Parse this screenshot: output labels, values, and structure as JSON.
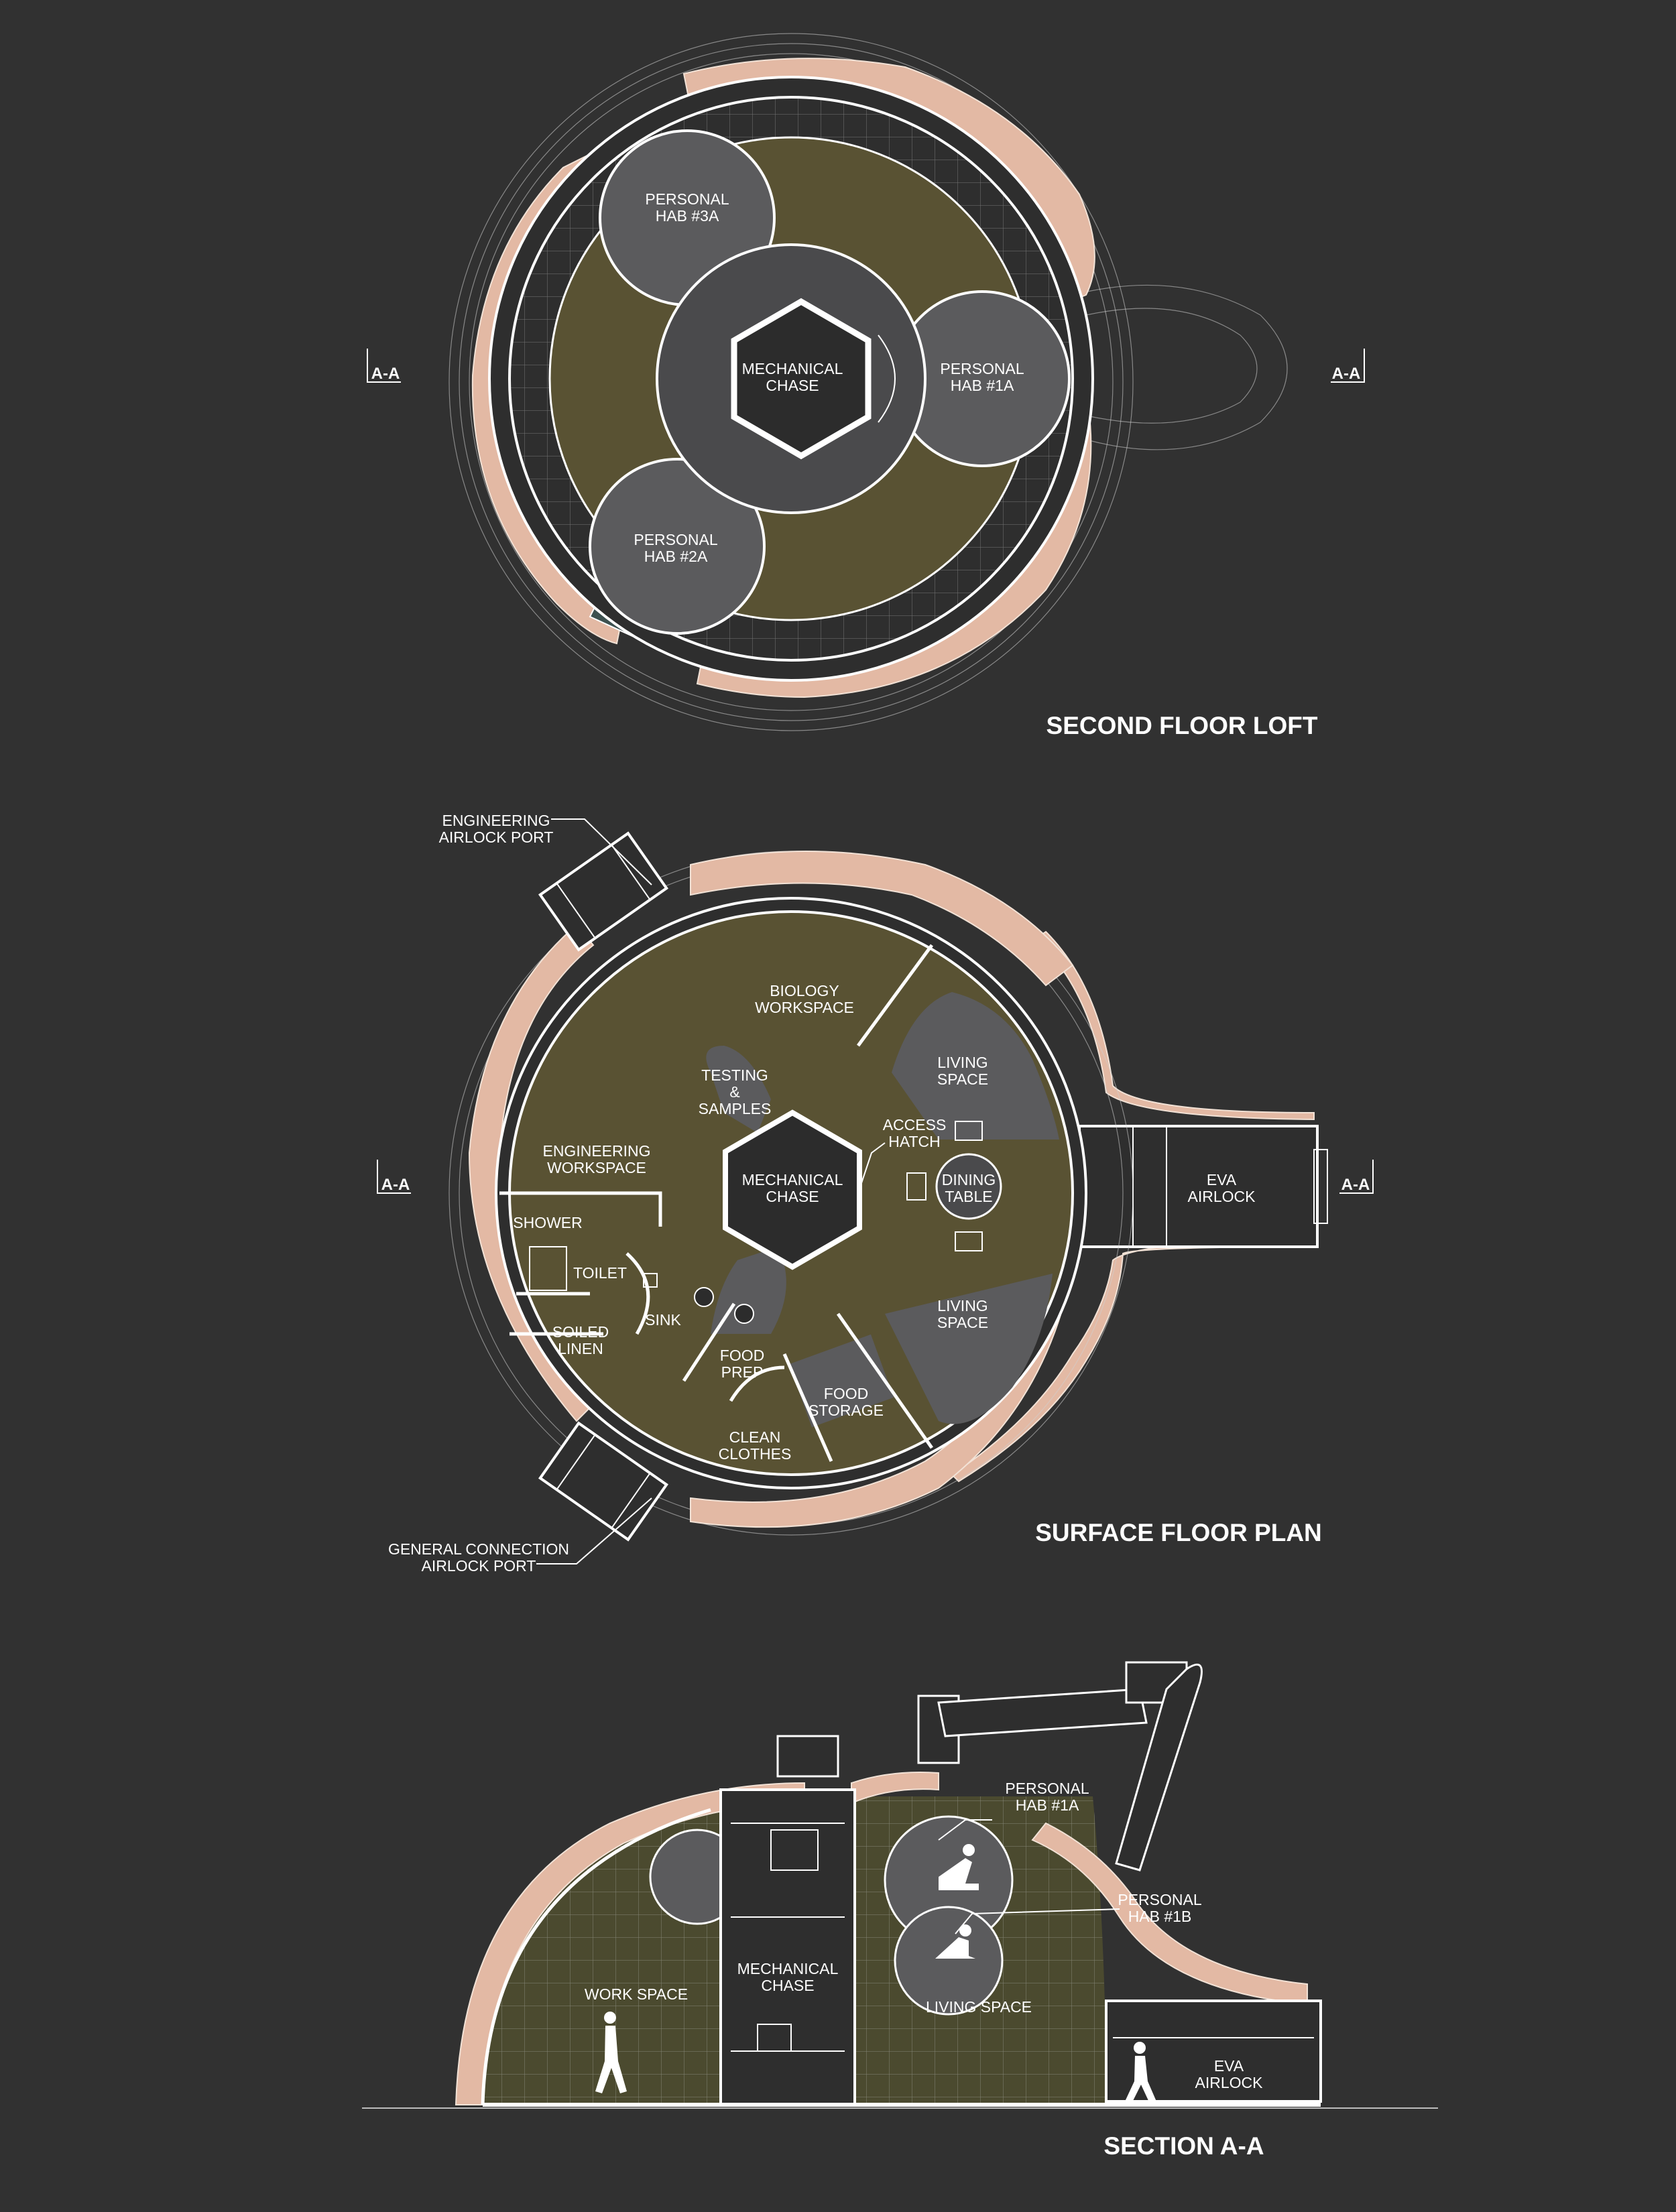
{
  "second_floor": {
    "title": "SECOND FLOOR LOFT",
    "section_left": "A-A",
    "section_right": "A-A",
    "mechanical_chase": [
      "MECHANICAL",
      "CHASE"
    ],
    "hab_3a": [
      "PERSONAL",
      "HAB #3A"
    ],
    "hab_1a": [
      "PERSONAL",
      "HAB #1A"
    ],
    "hab_2a": [
      "PERSONAL",
      "HAB #2A"
    ]
  },
  "surface_floor": {
    "title": "SURFACE FLOOR PLAN",
    "section_left": "A-A",
    "section_right": "A-A",
    "engineering_airlock": [
      "ENGINEERING",
      "AIRLOCK PORT"
    ],
    "general_airlock": [
      "GENERAL CONNECTION",
      "AIRLOCK PORT"
    ],
    "biology_workspace": [
      "BIOLOGY",
      "WORKSPACE"
    ],
    "testing": [
      "TESTING",
      "&",
      "SAMPLES"
    ],
    "living_space_top": [
      "LIVING",
      "SPACE"
    ],
    "access_hatch": [
      "ACCESS",
      "HATCH"
    ],
    "engineering_workspace": [
      "ENGINEERING",
      "WORKSPACE"
    ],
    "mechanical_chase": [
      "MECHANICAL",
      "CHASE"
    ],
    "dining_table": [
      "DINING",
      "TABLE"
    ],
    "eva_airlock": [
      "EVA",
      "AIRLOCK"
    ],
    "shower": "SHOWER",
    "toilet": "TOILET",
    "sink": "SINK",
    "soiled_linen": [
      "SOILED",
      "LINEN"
    ],
    "food_prep": [
      "FOOD",
      "PREP"
    ],
    "food_storage": [
      "FOOD",
      "STORAGE"
    ],
    "living_space_bottom": [
      "LIVING",
      "SPACE"
    ],
    "clean_clothes": [
      "CLEAN",
      "CLOTHES"
    ]
  },
  "section": {
    "title": "SECTION A-A",
    "hab_1a": [
      "PERSONAL",
      "HAB #1A"
    ],
    "hab_1b": [
      "PERSONAL",
      "HAB #1B"
    ],
    "mechanical_chase": [
      "MECHANICAL",
      "CHASE"
    ],
    "work_space": "WORK SPACE",
    "living_space": "LIVING SPACE",
    "eva_airlock": [
      "EVA",
      "AIRLOCK"
    ]
  },
  "colors": {
    "background": "#313131",
    "regolith_shell": "#e3b9a4",
    "floor_olive": "#595233",
    "room_grey": "#5b5b5d",
    "line": "#ffffff"
  }
}
